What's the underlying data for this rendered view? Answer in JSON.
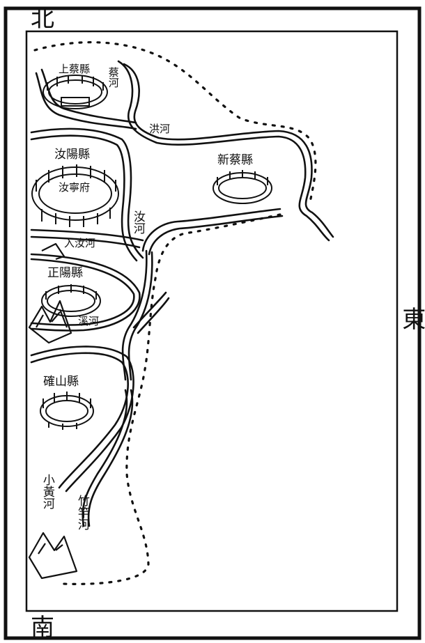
{
  "directions": {
    "north": "北",
    "east": "東",
    "south": "南"
  },
  "labels": {
    "shangcai": "上蔡縣",
    "ruyang": "汝陽縣",
    "runing_fu": "汝寧府",
    "xincai": "新蔡縣",
    "zhengyang": "正陽縣",
    "queshan": "確山縣",
    "ru_river": "汝河",
    "cai_river": "蔡河",
    "hong_river": "洪河",
    "ruru_river": "入汝河",
    "xi_river": "溪河",
    "xiaohuang_river": "小黃河",
    "zhugan_river": "竹竿河"
  },
  "colors": {
    "ink": "#111111",
    "paper": "#ffffff"
  }
}
